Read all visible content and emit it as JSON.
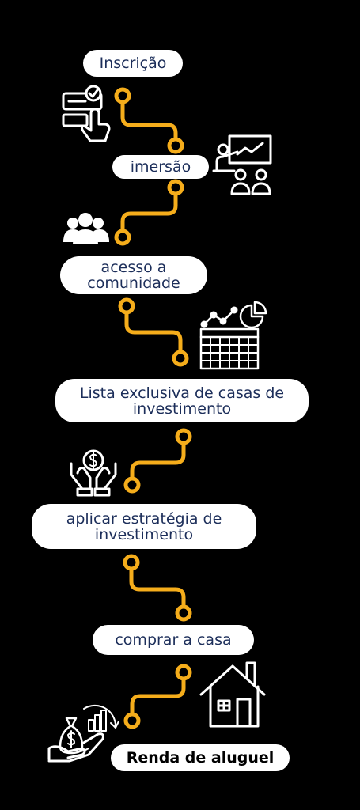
{
  "steps": [
    {
      "label": "Inscrição",
      "icon": "form-click-icon"
    },
    {
      "label": "imersão",
      "icon": "presentation-icon"
    },
    {
      "label": "acesso a comunidade",
      "icon": "community-icon"
    },
    {
      "label": "Lista exclusiva de casas de investimento",
      "icon": "analytics-calendar-icon"
    },
    {
      "label": "aplicar estratégia de investimento",
      "icon": "money-hands-icon"
    },
    {
      "label": "comprar a casa",
      "icon": "house-icon"
    },
    {
      "label": "Renda de aluguel",
      "icon": "rental-income-icon"
    }
  ],
  "colors": {
    "background": "#000000",
    "path": "#f5ad1b",
    "pill_bg": "#ffffff",
    "pill_text": "#1c2e5a",
    "icon": "#ffffff"
  }
}
